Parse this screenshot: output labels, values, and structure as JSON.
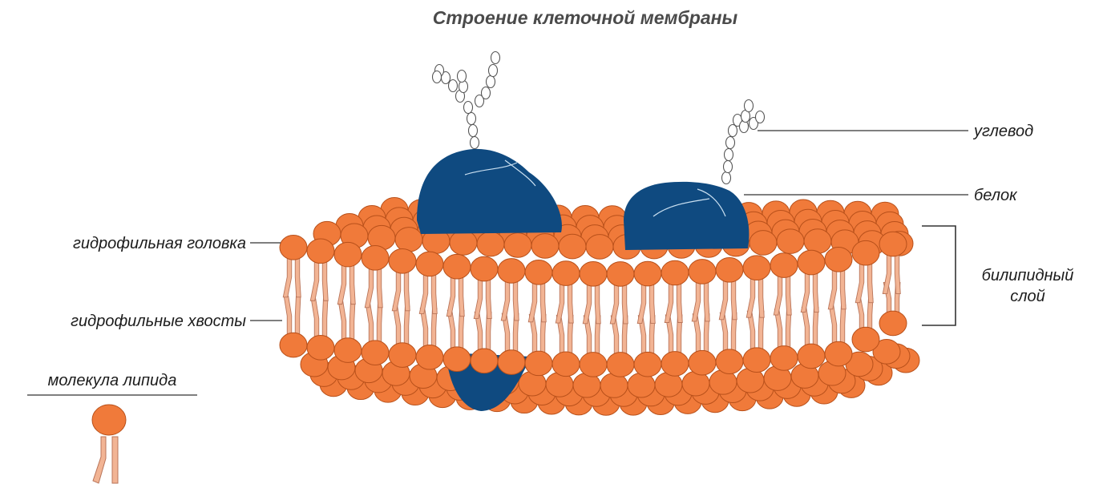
{
  "title": "Строение клеточной мембраны",
  "labels": {
    "carbohydrate": "углевод",
    "protein": "белок",
    "hydrophilic_head": "гидрофильная головка",
    "hydrophilic_tails": "гидрофильные хвосты",
    "bilayer_line1": "билипидный",
    "bilayer_line2": "слой",
    "lipid_molecule": "молекула липида"
  },
  "colors": {
    "lipid_head": "#f07a3a",
    "lipid_head_stroke": "#b8501a",
    "lipid_tail": "#f2b494",
    "lipid_tail_stroke": "#b9755a",
    "protein": "#0f4a80",
    "protein_highlight": "#c9dff0",
    "carbohydrate_fill": "#ffffff",
    "carbohydrate_stroke": "#555555",
    "title": "#4a4a4a",
    "text": "#1c1c1c"
  }
}
